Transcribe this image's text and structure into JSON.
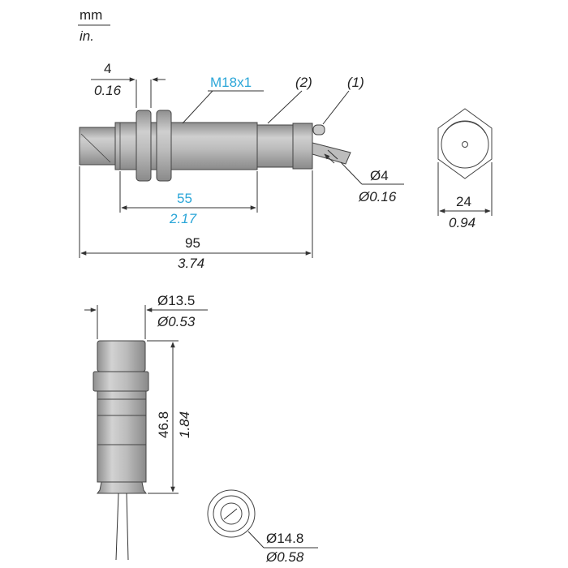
{
  "units": {
    "metric": "mm",
    "imperial": "in."
  },
  "thread": {
    "label": "M18x1"
  },
  "callouts": {
    "item_2": "(2)",
    "item_1": "(1)"
  },
  "dims": {
    "nut_thickness": {
      "mm": "4",
      "in": "0.16"
    },
    "thread_length": {
      "mm": "55",
      "in": "2.17"
    },
    "overall_length": {
      "mm": "95",
      "in": "3.74"
    },
    "cable_diameter": {
      "mm": "Ø4",
      "in": "Ø0.16"
    },
    "hex_across_flats": {
      "mm": "24",
      "in": "0.94"
    },
    "connector_diameter": {
      "mm": "Ø13.5",
      "in": "Ø0.53"
    },
    "connector_length": {
      "mm": "46.8",
      "in": "1.84"
    },
    "connector_end_diameter": {
      "mm": "Ø14.8",
      "in": "Ø0.58"
    }
  },
  "colors": {
    "metal_fill": "#b8b8b8",
    "metal_dark": "#9a9a9a",
    "dimension_line": "#333333",
    "metric_accent": "#2ba6d8"
  }
}
